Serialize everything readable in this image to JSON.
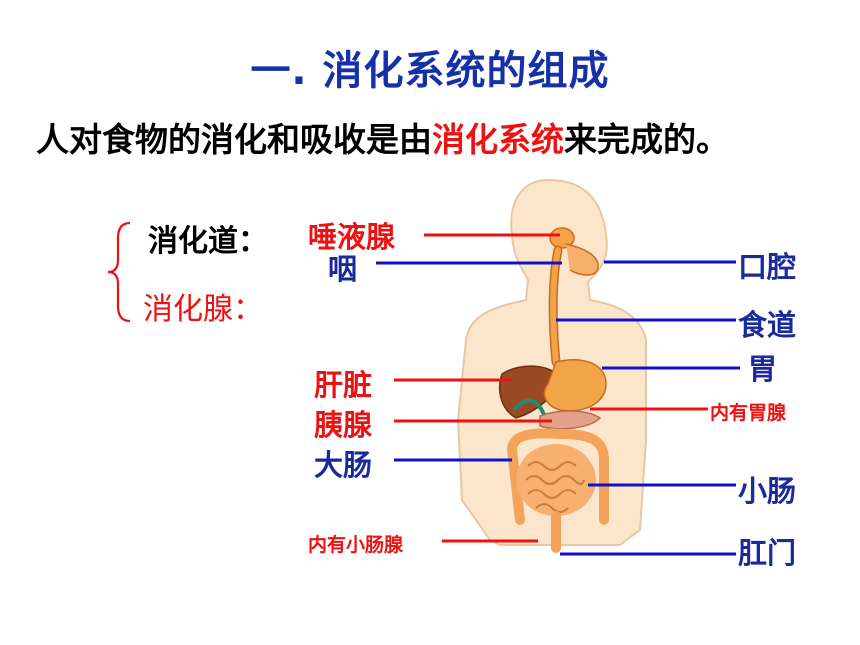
{
  "title": "一. 消化系统的组成",
  "subtitle": {
    "before": "人对食物的消化和吸收是由",
    "highlight": "消化系统",
    "after": "来完成的。"
  },
  "categories": {
    "tract": "消化道：",
    "gland": "消化腺："
  },
  "labels": {
    "salivary_gland": "唾液腺",
    "pharynx": "咽",
    "liver": "肝脏",
    "pancreas": "胰腺",
    "large_intestine": "大肠",
    "intestinal_gland": "内有小肠腺",
    "mouth": "口腔",
    "esophagus": "食道",
    "stomach": "胃",
    "gastric_gland": "内有胃腺",
    "small_intestine": "小肠",
    "anus": "肛门"
  },
  "colors": {
    "title": "#1530a8",
    "gland_label": "#ee1111",
    "tract_label": "#1a2a9c",
    "leader_red": "#ee1111",
    "leader_blue": "#1111cc"
  }
}
